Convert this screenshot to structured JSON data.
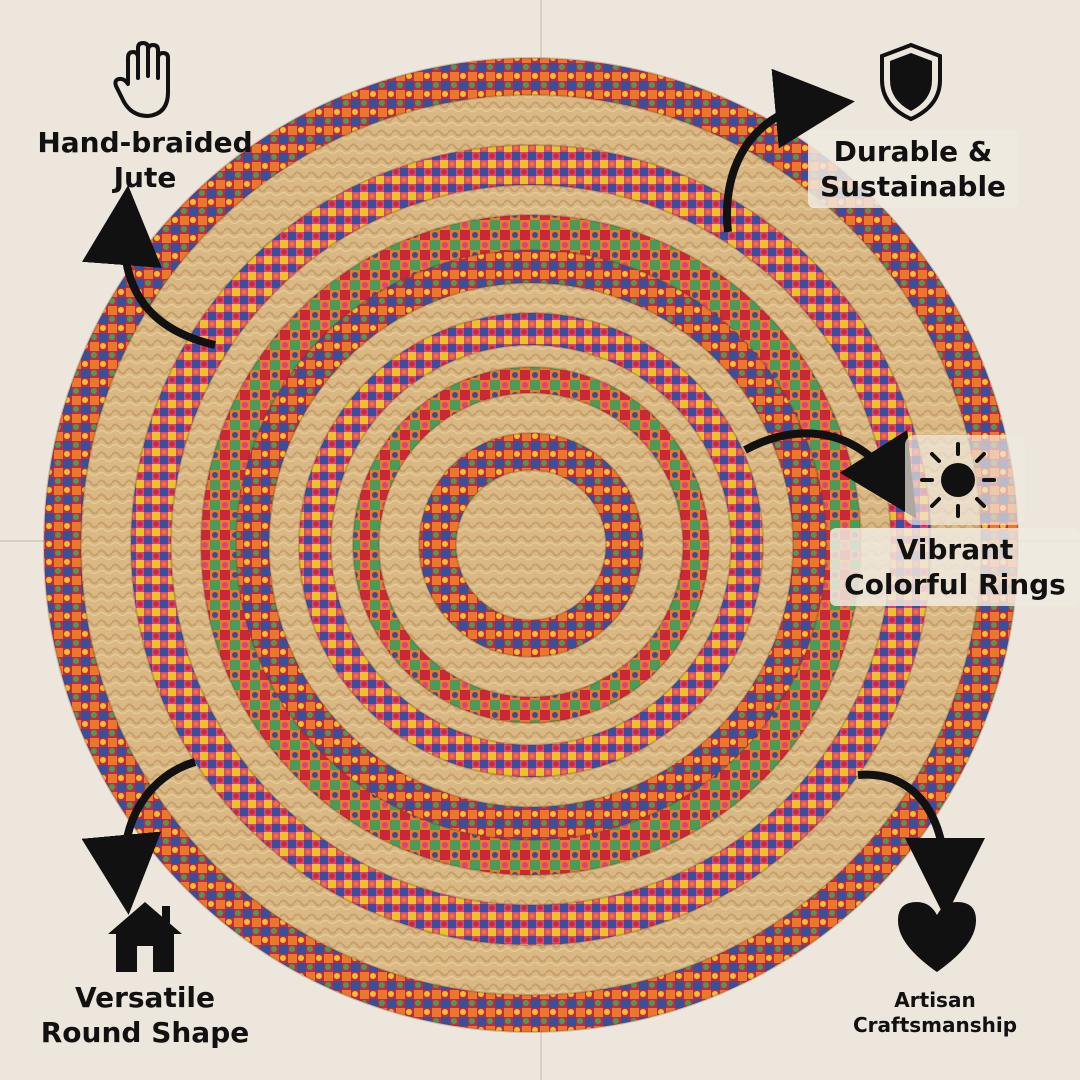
{
  "features": {
    "hand_braided": {
      "line1": "Hand-braided",
      "line2": "Jute",
      "icon": "hand-icon"
    },
    "durable": {
      "line1": "Durable &",
      "line2": "Sustainable",
      "icon": "shield-icon"
    },
    "vibrant": {
      "line1": "Vibrant",
      "line2": "Colorful Rings",
      "icon": "sun-icon"
    },
    "versatile": {
      "line1": "Versatile",
      "line2": "Round Shape",
      "icon": "house-icon"
    },
    "artisan": {
      "line1": "Artisan",
      "line2": "Craftsmanship",
      "icon": "heart-icon"
    }
  },
  "colors": {
    "background": "#ece6dc",
    "jute": "#d9b883",
    "braid_red": "#c8283a",
    "braid_orange": "#e8782a",
    "braid_yellow": "#e9c22e",
    "braid_blue": "#3a4f9a",
    "braid_green": "#4a9a5a",
    "braid_pink": "#d8457c",
    "ink": "#111111"
  }
}
